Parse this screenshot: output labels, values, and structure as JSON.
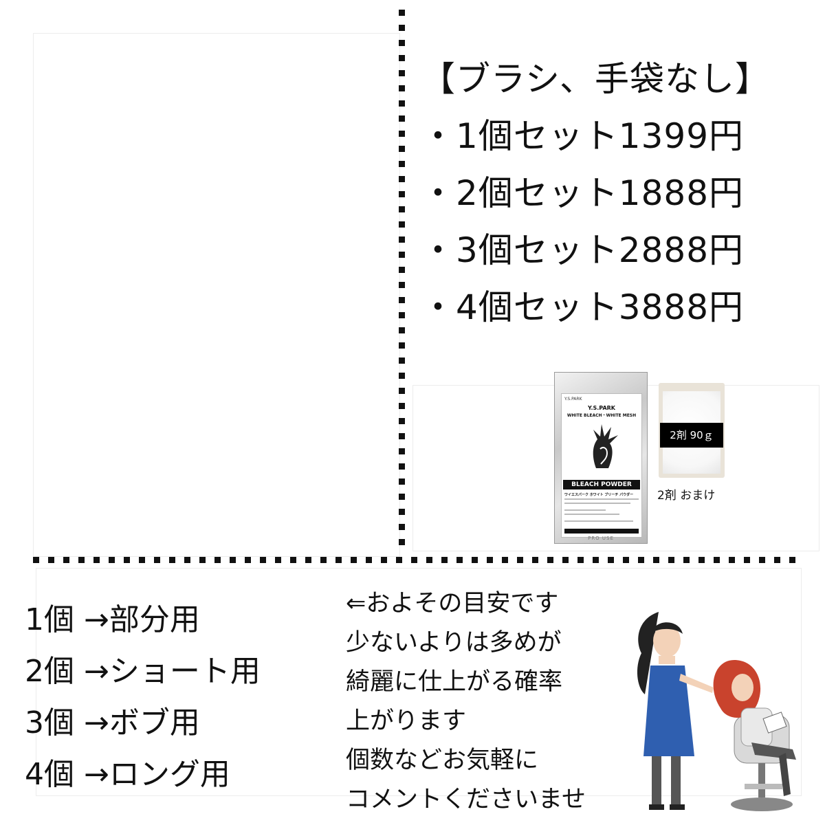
{
  "prices": {
    "heading": "【ブラシ、手袋なし】",
    "items": [
      "・1個セット1399円",
      "・2個セット1888円",
      "・3個セット2888円",
      "・4個セット3888円"
    ]
  },
  "product": {
    "packet": {
      "brand": "Y.S.PARK",
      "name": "Y.S.PARK",
      "subname": "WHITE BLEACH・WHITE MESH",
      "band": "BLEACH POWDER",
      "line_jp": "ワイエスパーク ホワイト ブリーチ パウダー",
      "bottom": "PRO USE"
    },
    "bag_label": "2剤 90ｇ",
    "bag_caption": "2剤 おまけ"
  },
  "usage": {
    "items": [
      "1個 →部分用",
      "2個 →ショート用",
      "3個 →ボブ用",
      "4個 →ロング用"
    ]
  },
  "note": {
    "lines": [
      "⇐およその目安です",
      "少ないよりは多めが",
      "綺麗に仕上がる確率",
      "上がります",
      "個数などお気軽に",
      "コメントくださいませ"
    ]
  },
  "colors": {
    "text": "#111111",
    "divider": "#111111",
    "apron": "#2f5fb0",
    "hair_red": "#c9432d"
  }
}
